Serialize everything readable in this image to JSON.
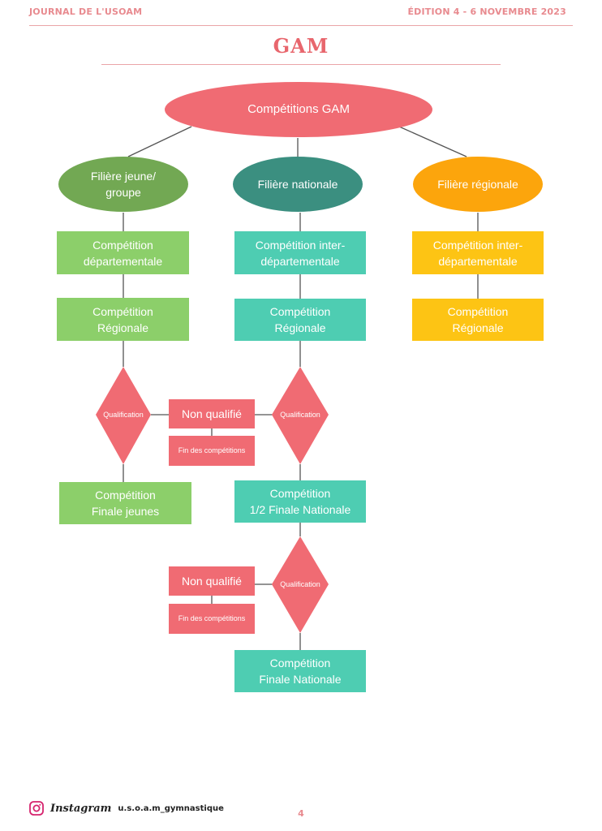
{
  "header": {
    "left": "JOURNAL DE L'USOAM",
    "right": "ÉDITION 4 - 6 NOVEMBRE 2023"
  },
  "title": "GAM",
  "colors": {
    "red": "#f06b73",
    "light_green": "#8ccf6a",
    "teal": "#4ecdb2",
    "yellow": "#fdc414",
    "dark_green": "#72a853",
    "dark_teal": "#3b8f80",
    "orange": "#fca50c",
    "connector": "#555555"
  },
  "diagram": {
    "root": "Compétitions GAM",
    "branches": {
      "jeune": {
        "label": "Filière jeune/\ngroupe",
        "dep": "Compétition\ndépartementale",
        "reg": "Compétition\nRégionale",
        "qualification": "Qualification",
        "finale": "Compétition\nFinale jeunes"
      },
      "nationale": {
        "label": "Filière nationale",
        "interdep": "Compétition inter-\ndépartementale",
        "reg": "Compétition\nRégionale",
        "qualification1": "Qualification",
        "demi": "Compétition\n1/2 Finale Nationale",
        "qualification2": "Qualification",
        "finale": "Compétition\nFinale Nationale"
      },
      "regionale": {
        "label": "Filière régionale",
        "interdep": "Compétition inter-\ndépartementale",
        "reg": "Compétition\nRégionale"
      }
    },
    "outcomes": {
      "non_qualifie_1": "Non qualifié",
      "fin_1": "Fin des compétitions",
      "non_qualifie_2": "Non qualifié",
      "fin_2": "Fin des compétitions"
    },
    "edges": [
      [
        "root",
        "jeune-branch"
      ],
      [
        "root",
        "nationale-branch"
      ],
      [
        "root",
        "regionale-branch"
      ],
      [
        "jeune-branch",
        "jeune-dep"
      ],
      [
        "jeune-dep",
        "jeune-reg"
      ],
      [
        "jeune-reg",
        "jeune-qualif"
      ],
      [
        "jeune-qualif",
        "jeune-finale"
      ],
      [
        "jeune-qualif",
        "non-qualifie-1"
      ],
      [
        "nat-qualif-1",
        "non-qualifie-1"
      ],
      [
        "non-qualifie-1",
        "fin-1"
      ],
      [
        "nationale-branch",
        "nat-interdep"
      ],
      [
        "nat-interdep",
        "nat-reg"
      ],
      [
        "nat-reg",
        "nat-qualif-1"
      ],
      [
        "nat-qualif-1",
        "nat-demi"
      ],
      [
        "nat-demi",
        "nat-qualif-2"
      ],
      [
        "nat-qualif-2",
        "nat-finale"
      ],
      [
        "nat-qualif-2",
        "non-qualifie-2"
      ],
      [
        "non-qualifie-2",
        "fin-2"
      ],
      [
        "regionale-branch",
        "reg-interdep"
      ],
      [
        "reg-interdep",
        "reg-reg"
      ]
    ]
  },
  "footer": {
    "platform": "Instagram",
    "handle": "u.s.o.a.m_gymnastique",
    "page": "4"
  }
}
